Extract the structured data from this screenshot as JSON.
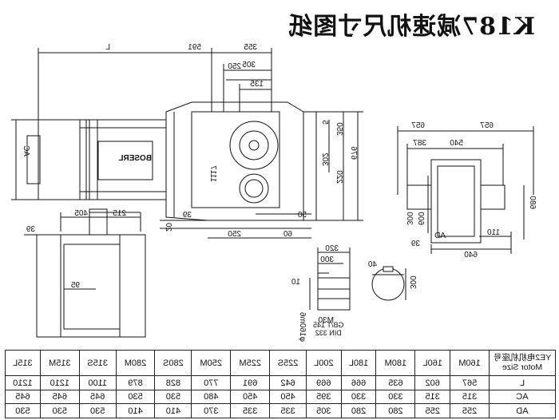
{
  "title": "K187减速机尺寸图纸",
  "brand_label": "BOSERL",
  "dimensions": {
    "L": "L",
    "AC": "AC",
    "AD": "AD",
    "d591": "591",
    "d355": "355",
    "d305": "305",
    "d250top": "250",
    "d135": "135",
    "d5": "5",
    "d350": "350",
    "d302": "302",
    "d220": "220",
    "d676": "676",
    "d1117": "1117",
    "d39side": "39",
    "d250bot": "250",
    "d60": "60",
    "d50": "50",
    "d20": "20",
    "d405": "405",
    "d215": "215",
    "d39left": "39",
    "d95": "95",
    "d657a": "657",
    "d657b": "657",
    "d387": "387",
    "d540": "540",
    "d300": "300",
    "d600": "600",
    "d680": "680",
    "d640": "640",
    "d110": "110",
    "d39r": "39",
    "d320": "320",
    "d300k": "300",
    "d10": "10",
    "dM30": "M30",
    "d40": "40",
    "d300s": "300",
    "dphi160": "φ160m6"
  },
  "din_note": [
    "GB/T 145",
    "DIN 332"
  ],
  "table": {
    "header_label": "YE2电机机座号",
    "header_sub": "Motor Size",
    "columns": [
      "160M",
      "160L",
      "180M",
      "180L",
      "200L",
      "225S",
      "225M",
      "250M",
      "280S",
      "280M",
      "315S",
      "315M",
      "315L"
    ],
    "rows": [
      {
        "label": "L",
        "values": [
          "567",
          "602",
          "635",
          "666",
          "669",
          "642",
          "691",
          "770",
          "828",
          "879",
          "1100",
          "1210",
          "1210"
        ]
      },
      {
        "label": "AC",
        "values": [
          "315",
          "315",
          "330",
          "330",
          "395",
          "450",
          "450",
          "480",
          "530",
          "530",
          "645",
          "645",
          "645"
        ]
      },
      {
        "label": "AD",
        "values": [
          "255",
          "255",
          "280",
          "280",
          "305",
          "335",
          "335",
          "370",
          "410",
          "410",
          "530",
          "530",
          "530"
        ]
      }
    ]
  }
}
